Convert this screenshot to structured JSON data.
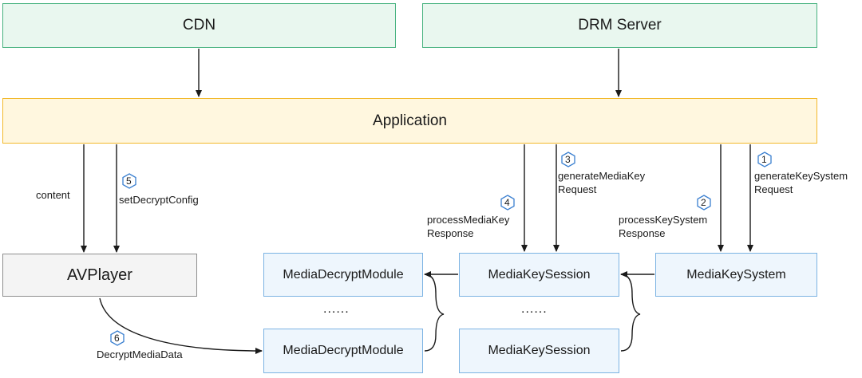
{
  "nodes": {
    "cdn": "CDN",
    "drm_server": "DRM Server",
    "application": "Application",
    "avplayer": "AVPlayer",
    "media_decrypt_module_1": "MediaDecryptModule",
    "media_decrypt_module_2": "MediaDecryptModule",
    "media_key_session_1": "MediaKeySession",
    "media_key_session_2": "MediaKeySession",
    "media_key_system": "MediaKeySystem",
    "ellipsis_decrypt": "......",
    "ellipsis_session": "......"
  },
  "labels": {
    "content": "content",
    "set_decrypt_config": "setDecryptConfig",
    "process_media_key_response": [
      "processMediaKey",
      "Response"
    ],
    "generate_media_key_request": [
      "generateMediaKey",
      "Request"
    ],
    "process_key_system_response": [
      "processKeySystem",
      "Response"
    ],
    "generate_key_system_request": [
      "generateKeySystem",
      "Request"
    ],
    "decrypt_media_data": "DecryptMediaData"
  },
  "steps": [
    "1",
    "2",
    "3",
    "4",
    "5",
    "6"
  ],
  "colors": {
    "green_border": "#47b27f",
    "yellow_border": "#f2b92b",
    "blue_border": "#7cb3e3",
    "gray_border": "#8f8f8f",
    "badge_border": "#3a7fd0"
  }
}
